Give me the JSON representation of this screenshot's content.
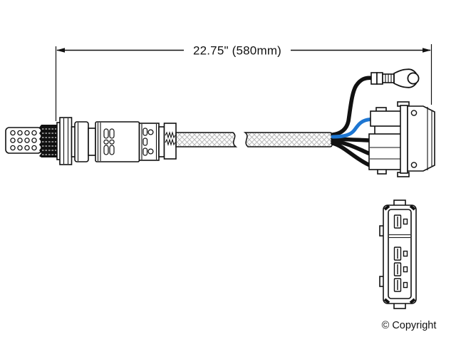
{
  "title": "Oxygen sensor with cable, ring terminal and 4-pin connector - technical line drawing",
  "dimension": {
    "label": "22.75\" (580mm)"
  },
  "footer": {
    "copyright": "© Copyright"
  },
  "colors": {
    "background": "#ffffff",
    "line": "#111111",
    "wire_black": "#111111",
    "wire_blue": "#1d76d2",
    "cable_hatch": "#b8b8b8"
  }
}
